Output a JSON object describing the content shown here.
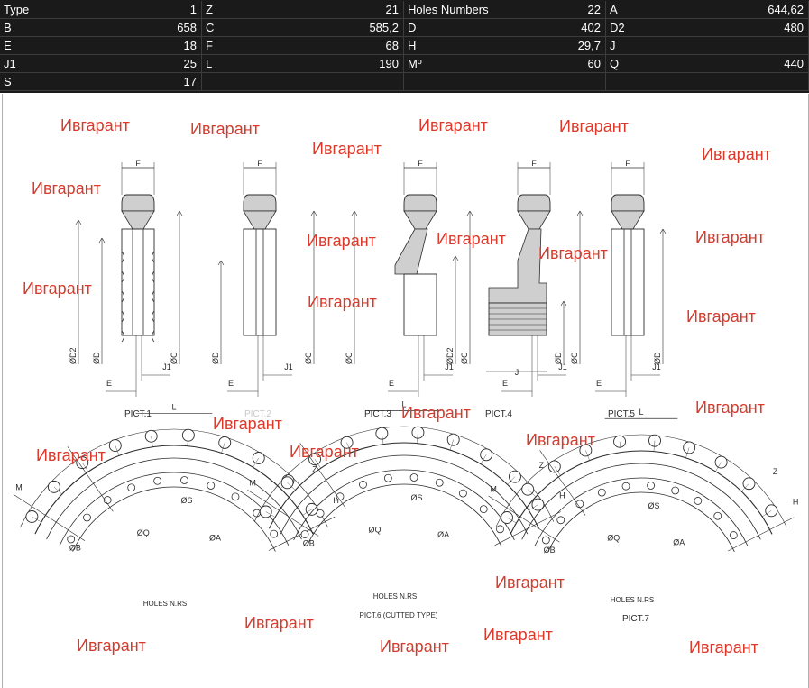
{
  "specs": [
    [
      {
        "key": "Type",
        "value": "1"
      },
      {
        "key": "Z",
        "value": "21"
      },
      {
        "key": "Holes Numbers",
        "value": "22"
      },
      {
        "key": "A",
        "value": "644,62"
      }
    ],
    [
      {
        "key": "B",
        "value": "658"
      },
      {
        "key": "C",
        "value": "585,2"
      },
      {
        "key": "D",
        "value": "402"
      },
      {
        "key": "D2",
        "value": "480"
      }
    ],
    [
      {
        "key": "E",
        "value": "18"
      },
      {
        "key": "F",
        "value": "68"
      },
      {
        "key": "H",
        "value": "29,7"
      },
      {
        "key": "J",
        "value": ""
      }
    ],
    [
      {
        "key": "J1",
        "value": "25"
      },
      {
        "key": "L",
        "value": "190"
      },
      {
        "key": "Mº",
        "value": "60"
      },
      {
        "key": "Q",
        "value": "440"
      }
    ],
    [
      {
        "key": "S",
        "value": "17"
      },
      {
        "key": "",
        "value": ""
      },
      {
        "key": "",
        "value": ""
      },
      {
        "key": "",
        "value": ""
      }
    ]
  ],
  "drawing": {
    "picture_labels": [
      "PICT.1",
      "PICT.2",
      "PICT.3",
      "PICT.4",
      "PICT.5",
      "PICT.6 (CUTTED TYPE)",
      "PICT.7"
    ],
    "holes_label": "HOLES N.RS",
    "dim_labels": {
      "F": "F",
      "E": "E",
      "J1": "J1",
      "J": "J",
      "L": "L",
      "Z": "Z",
      "M": "M",
      "H": "H",
      "D2": "ØD2",
      "D": "ØD",
      "C": "ØC",
      "S": "ØS",
      "Q": "ØQ",
      "A": "ØA",
      "B": "ØB"
    },
    "watermark_text": "Ивгарант"
  },
  "colors": {
    "table_bg": "#1a1a1a",
    "cell_border": "#3c3c3c",
    "watermark": "#d93a2b",
    "line": "#2b2b2b",
    "fill": "#cfcfcf"
  }
}
